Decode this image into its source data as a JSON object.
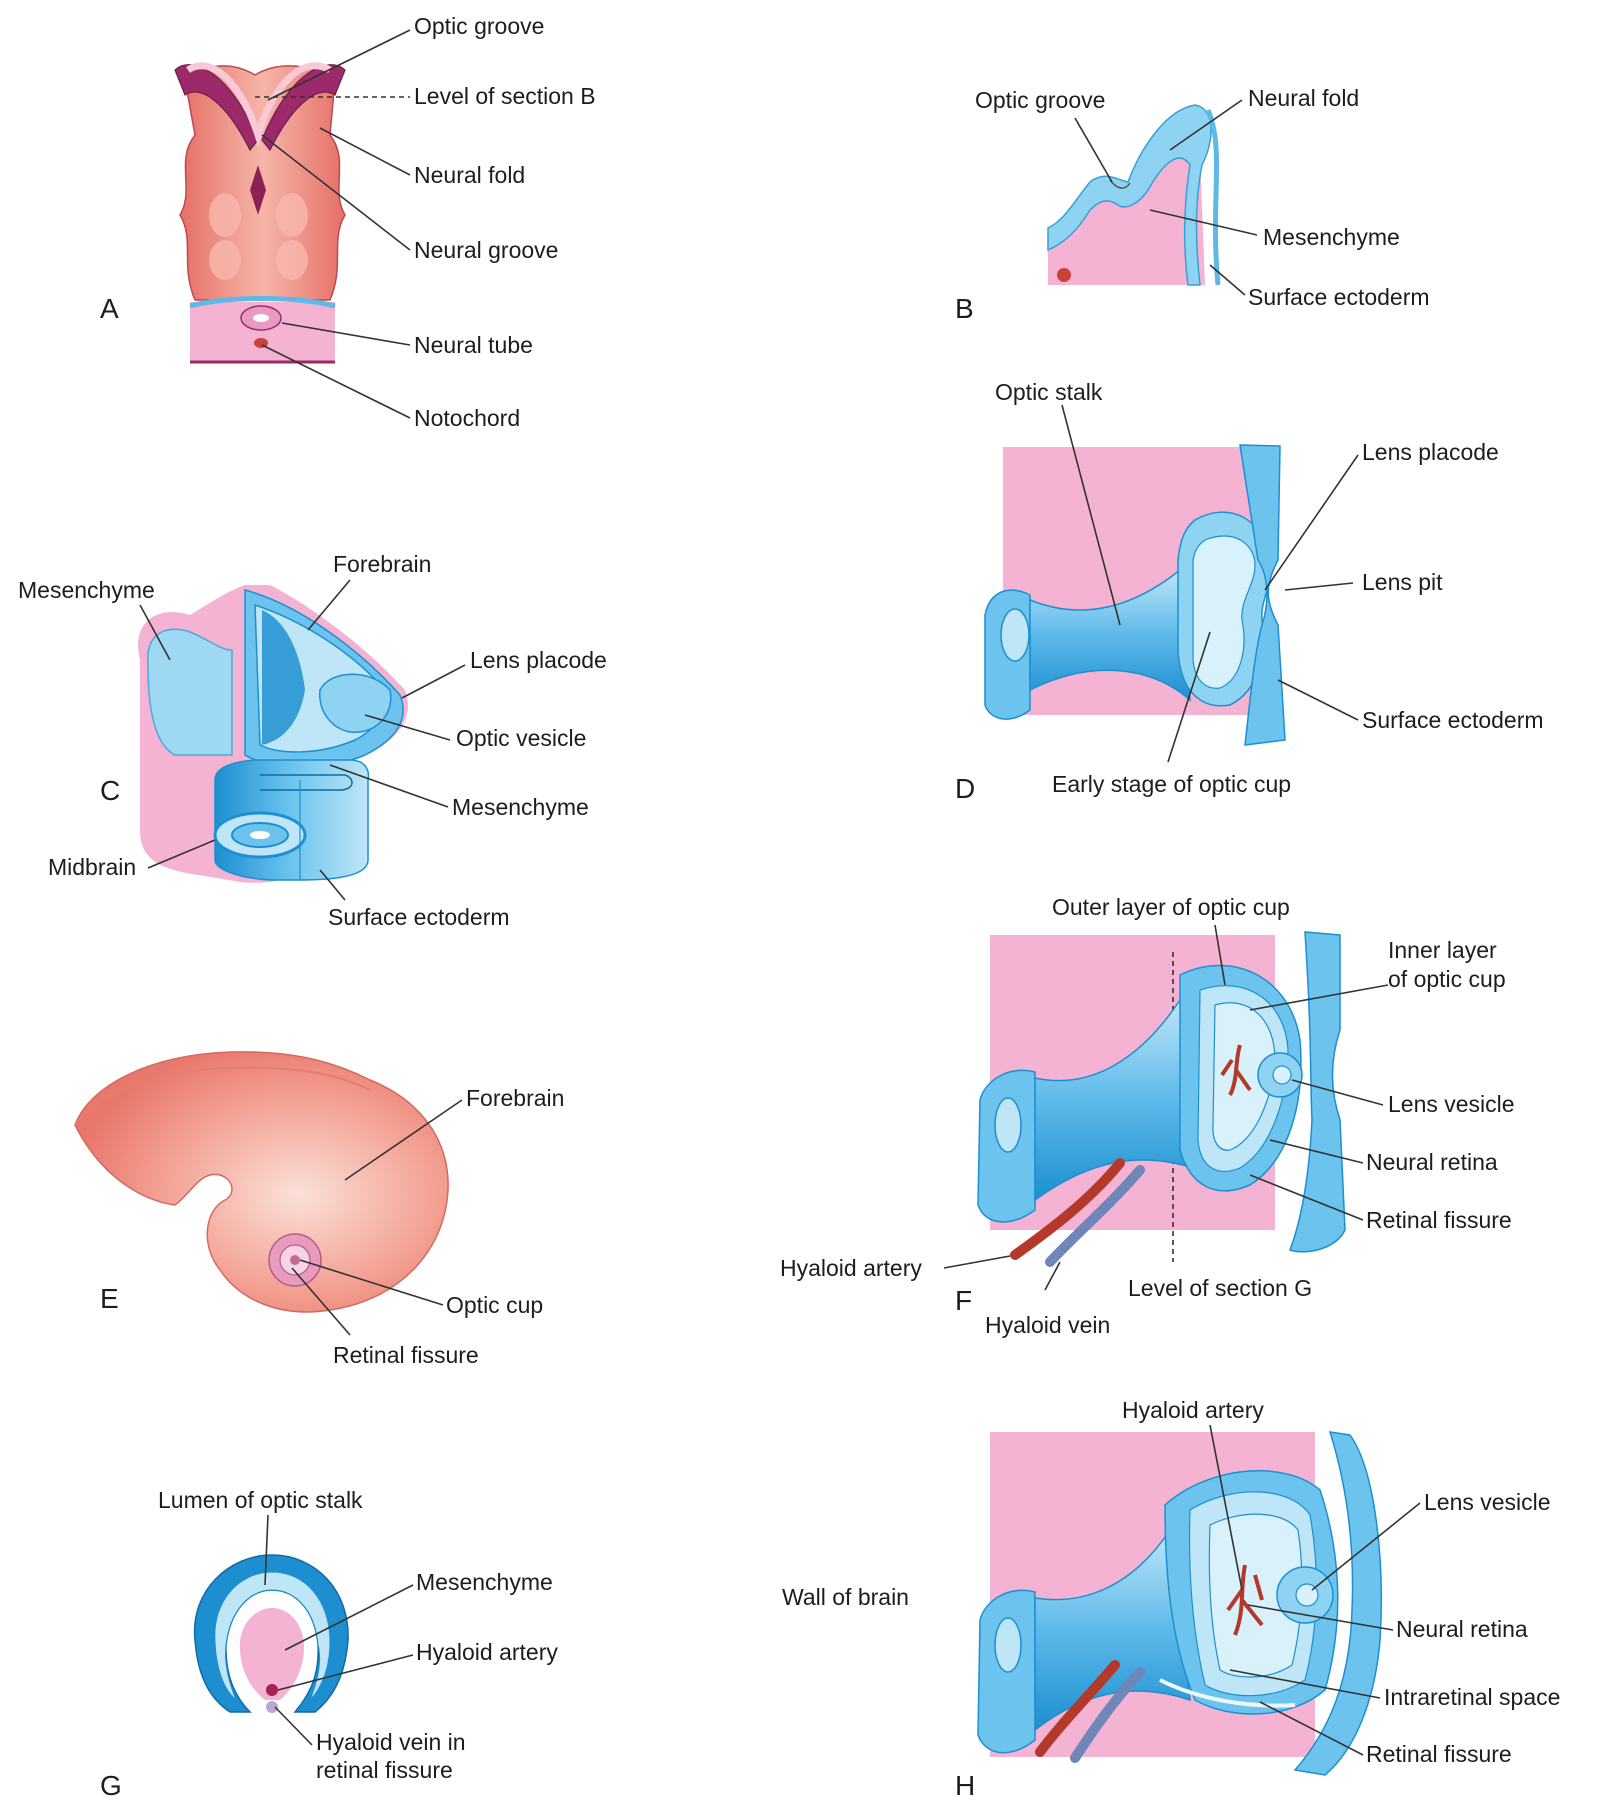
{
  "panels": {
    "A": {
      "letter": "A",
      "labels": [
        "Optic groove",
        "Level of section B",
        "Neural fold",
        "Neural groove",
        "Neural tube",
        "Notochord"
      ]
    },
    "B": {
      "letter": "B",
      "labels": [
        "Optic groove",
        "Neural fold",
        "Mesenchyme",
        "Surface ectoderm"
      ]
    },
    "C": {
      "letter": "C",
      "labels": [
        "Mesenchyme",
        "Forebrain",
        "Lens placode",
        "Optic vesicle",
        "Mesenchyme",
        "Midbrain",
        "Surface ectoderm"
      ]
    },
    "D": {
      "letter": "D",
      "labels": [
        "Optic stalk",
        "Lens placode",
        "Lens pit",
        "Surface ectoderm",
        "Early stage of optic cup"
      ]
    },
    "E": {
      "letter": "E",
      "labels": [
        "Forebrain",
        "Optic cup",
        "Retinal fissure"
      ]
    },
    "F": {
      "letter": "F",
      "labels": [
        "Outer layer of optic cup",
        "Inner layer",
        "of optic cup",
        "Lens vesicle",
        "Neural retina",
        "Retinal fissure",
        "Hyaloid artery",
        "Level of section G",
        "Hyaloid vein"
      ]
    },
    "G": {
      "letter": "G",
      "labels": [
        "Lumen of optic stalk",
        "Mesenchyme",
        "Hyaloid artery",
        "Hyaloid vein in",
        "retinal fissure"
      ]
    },
    "H": {
      "letter": "H",
      "labels": [
        "Hyaloid artery",
        "Lens vesicle",
        "Wall of brain",
        "Neural retina",
        "Intraretinal space",
        "Retinal fissure"
      ]
    }
  },
  "colors": {
    "pink_tissue": "#f4b3d2",
    "blue_light": "#bfe6f7",
    "blue_mid": "#6cc4ee",
    "blue_dark": "#1d95d6",
    "flesh": "#f08a7e",
    "flesh_light": "#f6c2b6",
    "artery": "#b5392a",
    "vein": "#6f86b8"
  }
}
